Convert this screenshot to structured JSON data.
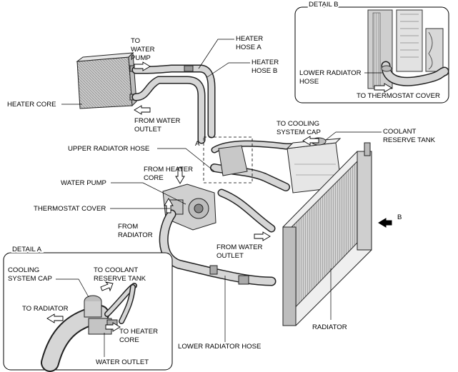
{
  "diagram": {
    "details": {
      "detail_a_title": "DETAIL A",
      "detail_b_title": "DETAIL B",
      "callout_a": "A",
      "callout_b": "B"
    },
    "labels": {
      "heater_core": "HEATER CORE",
      "to_water_pump": [
        "TO",
        "WATER",
        "PUMP"
      ],
      "heater_hose_a": [
        "HEATER",
        "HOSE A"
      ],
      "heater_hose_b": [
        "HEATER",
        "HOSE B"
      ],
      "from_water_outlet": [
        "FROM WATER",
        "OUTLET"
      ],
      "upper_radiator_hose": "UPPER RADIATOR HOSE",
      "to_cooling_system_cap": [
        "TO COOLING",
        "SYSTEM CAP"
      ],
      "coolant_reserve_tank": [
        "COOLANT",
        "RESERVE TANK"
      ],
      "from_heater_core": [
        "FROM HEATER",
        "CORE"
      ],
      "water_pump": "WATER PUMP",
      "thermostat_cover": "THERMOSTAT COVER",
      "from_radiator": [
        "FROM",
        "RADIATOR"
      ],
      "from_water_outlet_2": [
        "FROM WATER",
        "OUTLET"
      ],
      "radiator": "RADIATOR",
      "lower_radiator_hose": "LOWER RADIATOR HOSE"
    },
    "detail_a_labels": {
      "cooling_system_cap": [
        "COOLING",
        "SYSTEM CAP"
      ],
      "to_coolant_reserve_tank": [
        "TO COOLANT",
        "RESERVE TANK"
      ],
      "to_radiator": "TO RADIATOR",
      "to_heater_core": [
        "TO HEATER",
        "CORE"
      ],
      "water_outlet": "WATER OUTLET"
    },
    "detail_b_labels": {
      "lower_radiator_hose": [
        "LOWER RADIATOR",
        "HOSE"
      ],
      "to_thermostat_cover": "TO THERMOSTAT COVER"
    }
  }
}
